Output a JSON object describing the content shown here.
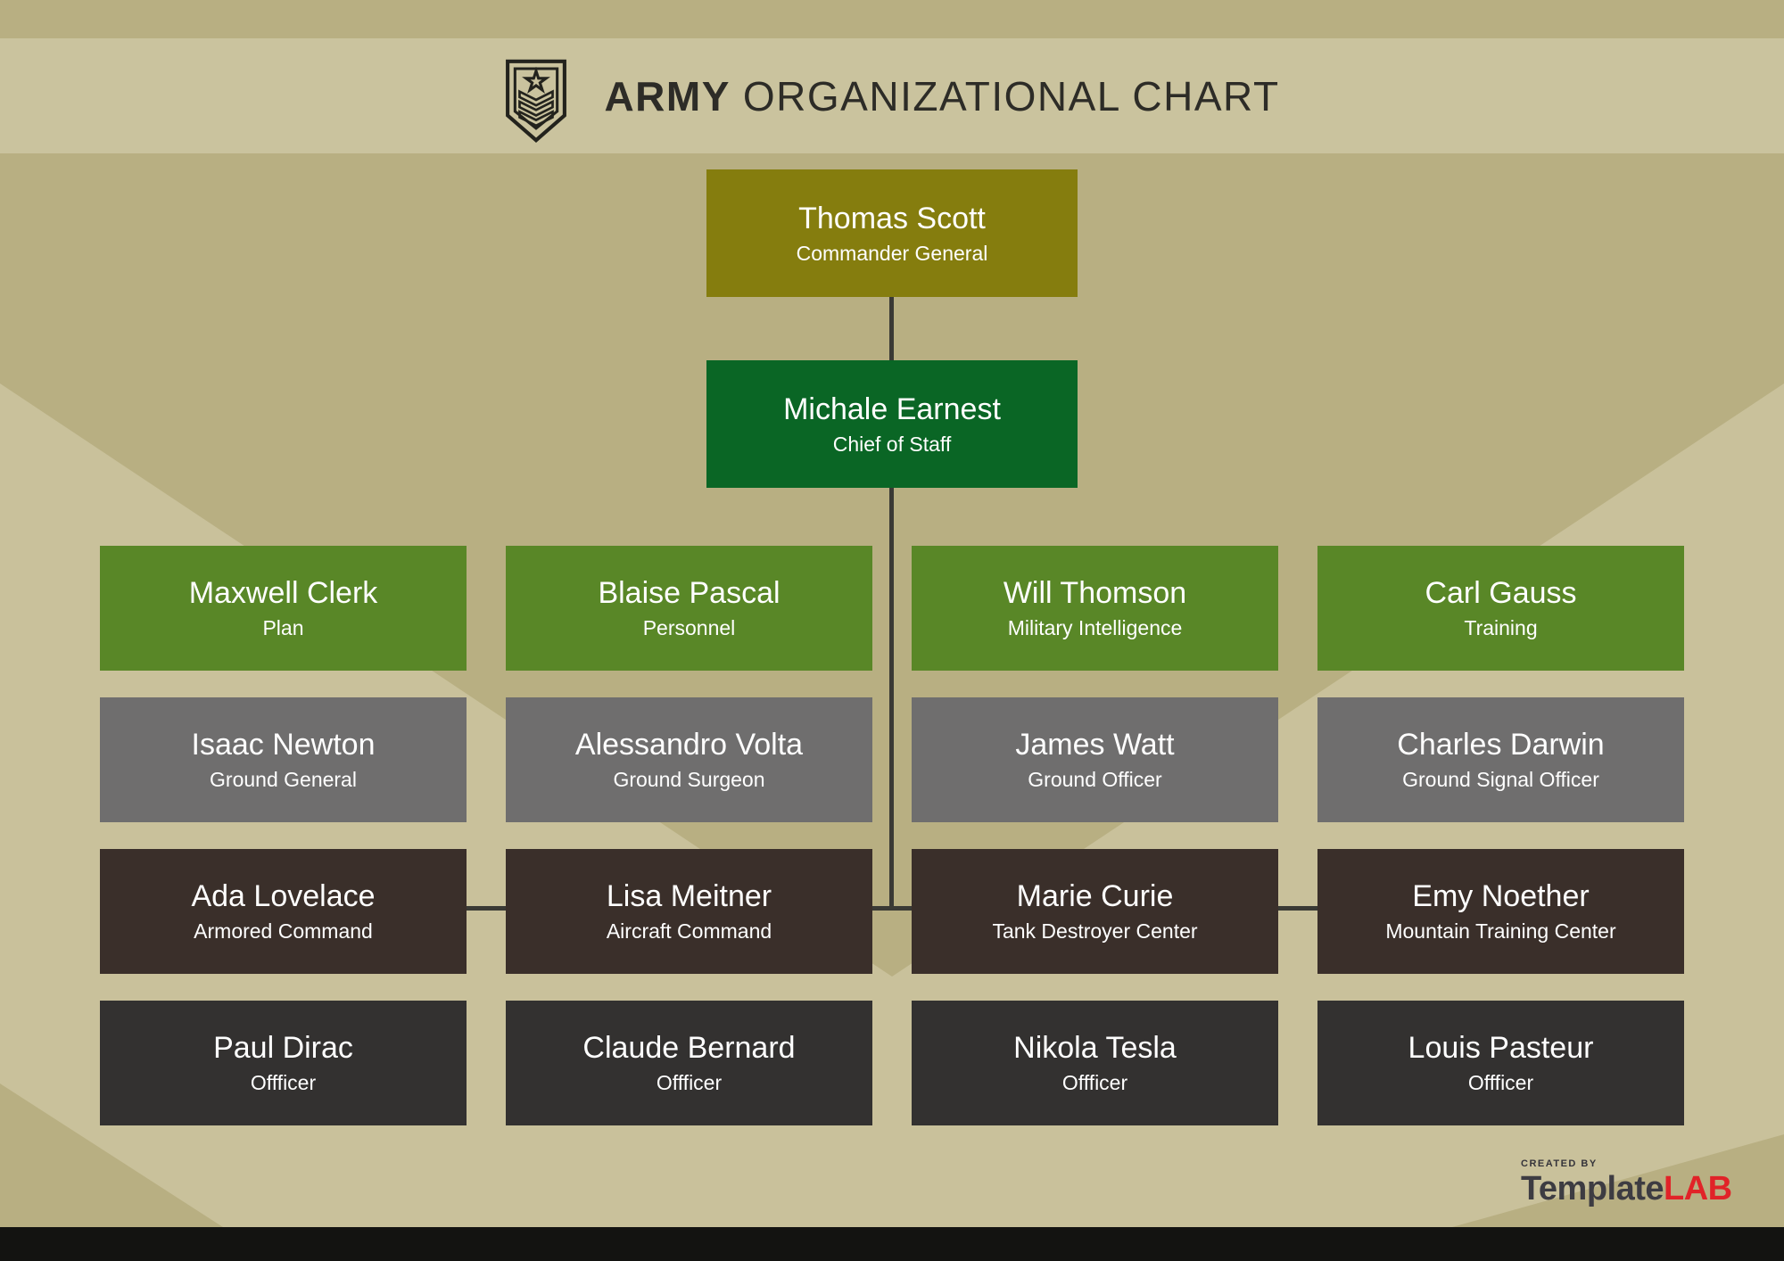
{
  "header": {
    "title_bold": "ARMY",
    "title_rest": "ORGANIZATIONAL CHART"
  },
  "top_nodes": {
    "commander": {
      "name": "Thomas Scott",
      "role": "Commander General"
    },
    "chief_of_staff": {
      "name": "Michale Earnest",
      "role": "Chief of Staff"
    }
  },
  "rows": [
    {
      "color": "#598727",
      "items": [
        {
          "name": "Maxwell Clerk",
          "role": "Plan"
        },
        {
          "name": "Blaise Pascal",
          "role": "Personnel"
        },
        {
          "name": "Will Thomson",
          "role": "Military Intelligence"
        },
        {
          "name": "Carl Gauss",
          "role": "Training"
        }
      ]
    },
    {
      "color": "#6f6e6e",
      "items": [
        {
          "name": "Isaac Newton",
          "role": "Ground General"
        },
        {
          "name": "Alessandro Volta",
          "role": "Ground Surgeon"
        },
        {
          "name": "James Watt",
          "role": "Ground Officer"
        },
        {
          "name": "Charles Darwin",
          "role": "Ground Signal Officer"
        }
      ]
    },
    {
      "color": "#3a2f2a",
      "items": [
        {
          "name": "Ada Lovelace",
          "role": "Armored Command"
        },
        {
          "name": "Lisa Meitner",
          "role": "Aircraft Command"
        },
        {
          "name": "Marie Curie",
          "role": "Tank Destroyer Center"
        },
        {
          "name": "Emy Noether",
          "role": "Mountain Training Center"
        }
      ]
    },
    {
      "color": "#333130",
      "items": [
        {
          "name": "Paul Dirac",
          "role": "Offficer"
        },
        {
          "name": "Claude Bernard",
          "role": "Offficer"
        },
        {
          "name": "Nikola Tesla",
          "role": "Offficer"
        },
        {
          "name": "Louis Pasteur",
          "role": "Offficer"
        }
      ]
    }
  ],
  "footer": {
    "created_by": "CREATED BY",
    "brand_dark": "Template",
    "brand_red": "LAB"
  },
  "colors": {
    "commander_box": "#857d0e",
    "chief_box": "#0a6625",
    "background_dark_tan": "#b8af82",
    "background_light_tan": "#c9c19b",
    "header_band": "#cac39e",
    "connector": "#3a3a35",
    "bottom_bar": "#131311",
    "brand_red": "#e12328",
    "box_text": "#ffffff"
  }
}
